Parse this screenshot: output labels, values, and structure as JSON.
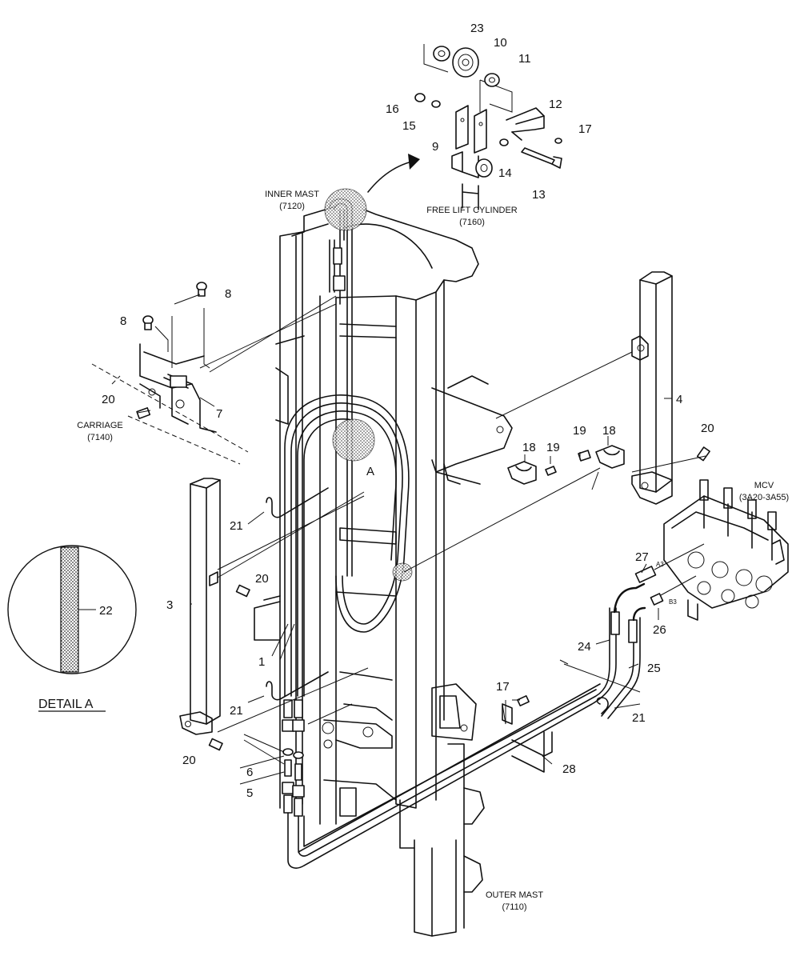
{
  "assemblies": {
    "inner_mast": {
      "name": "INNER MAST",
      "code": "(7120)"
    },
    "free_lift_cylinder": {
      "name": "FREE LIFT CYLINDER",
      "code": "(7160)"
    },
    "carriage": {
      "name": "CARRIAGE",
      "code": "(7140)"
    },
    "mcv": {
      "name": "MCV",
      "code": "(3A20-3A55)"
    },
    "outer_mast": {
      "name": "OUTER MAST",
      "code": "(7110)"
    }
  },
  "detail": {
    "marker": "A",
    "title": "DETAIL A"
  },
  "ports": {
    "a3": "A3",
    "b3": "B3"
  },
  "callouts": {
    "c1": "1",
    "c3": "3",
    "c4": "4",
    "c5": "5",
    "c6": "6",
    "c7": "7",
    "c8a": "8",
    "c8b": "8",
    "c9": "9",
    "c10": "10",
    "c11": "11",
    "c12": "12",
    "c13": "13",
    "c14": "14",
    "c15": "15",
    "c16": "16",
    "c17a": "17",
    "c17b": "17",
    "c18a": "18",
    "c18b": "18",
    "c19a": "19",
    "c19b": "19",
    "c20a": "20",
    "c20b": "20",
    "c20c": "20",
    "c20d": "20",
    "c21a": "21",
    "c21b": "21",
    "c21c": "21",
    "c22": "22",
    "c23": "23",
    "c24": "24",
    "c25": "25",
    "c26": "26",
    "c27": "27",
    "c28": "28"
  }
}
